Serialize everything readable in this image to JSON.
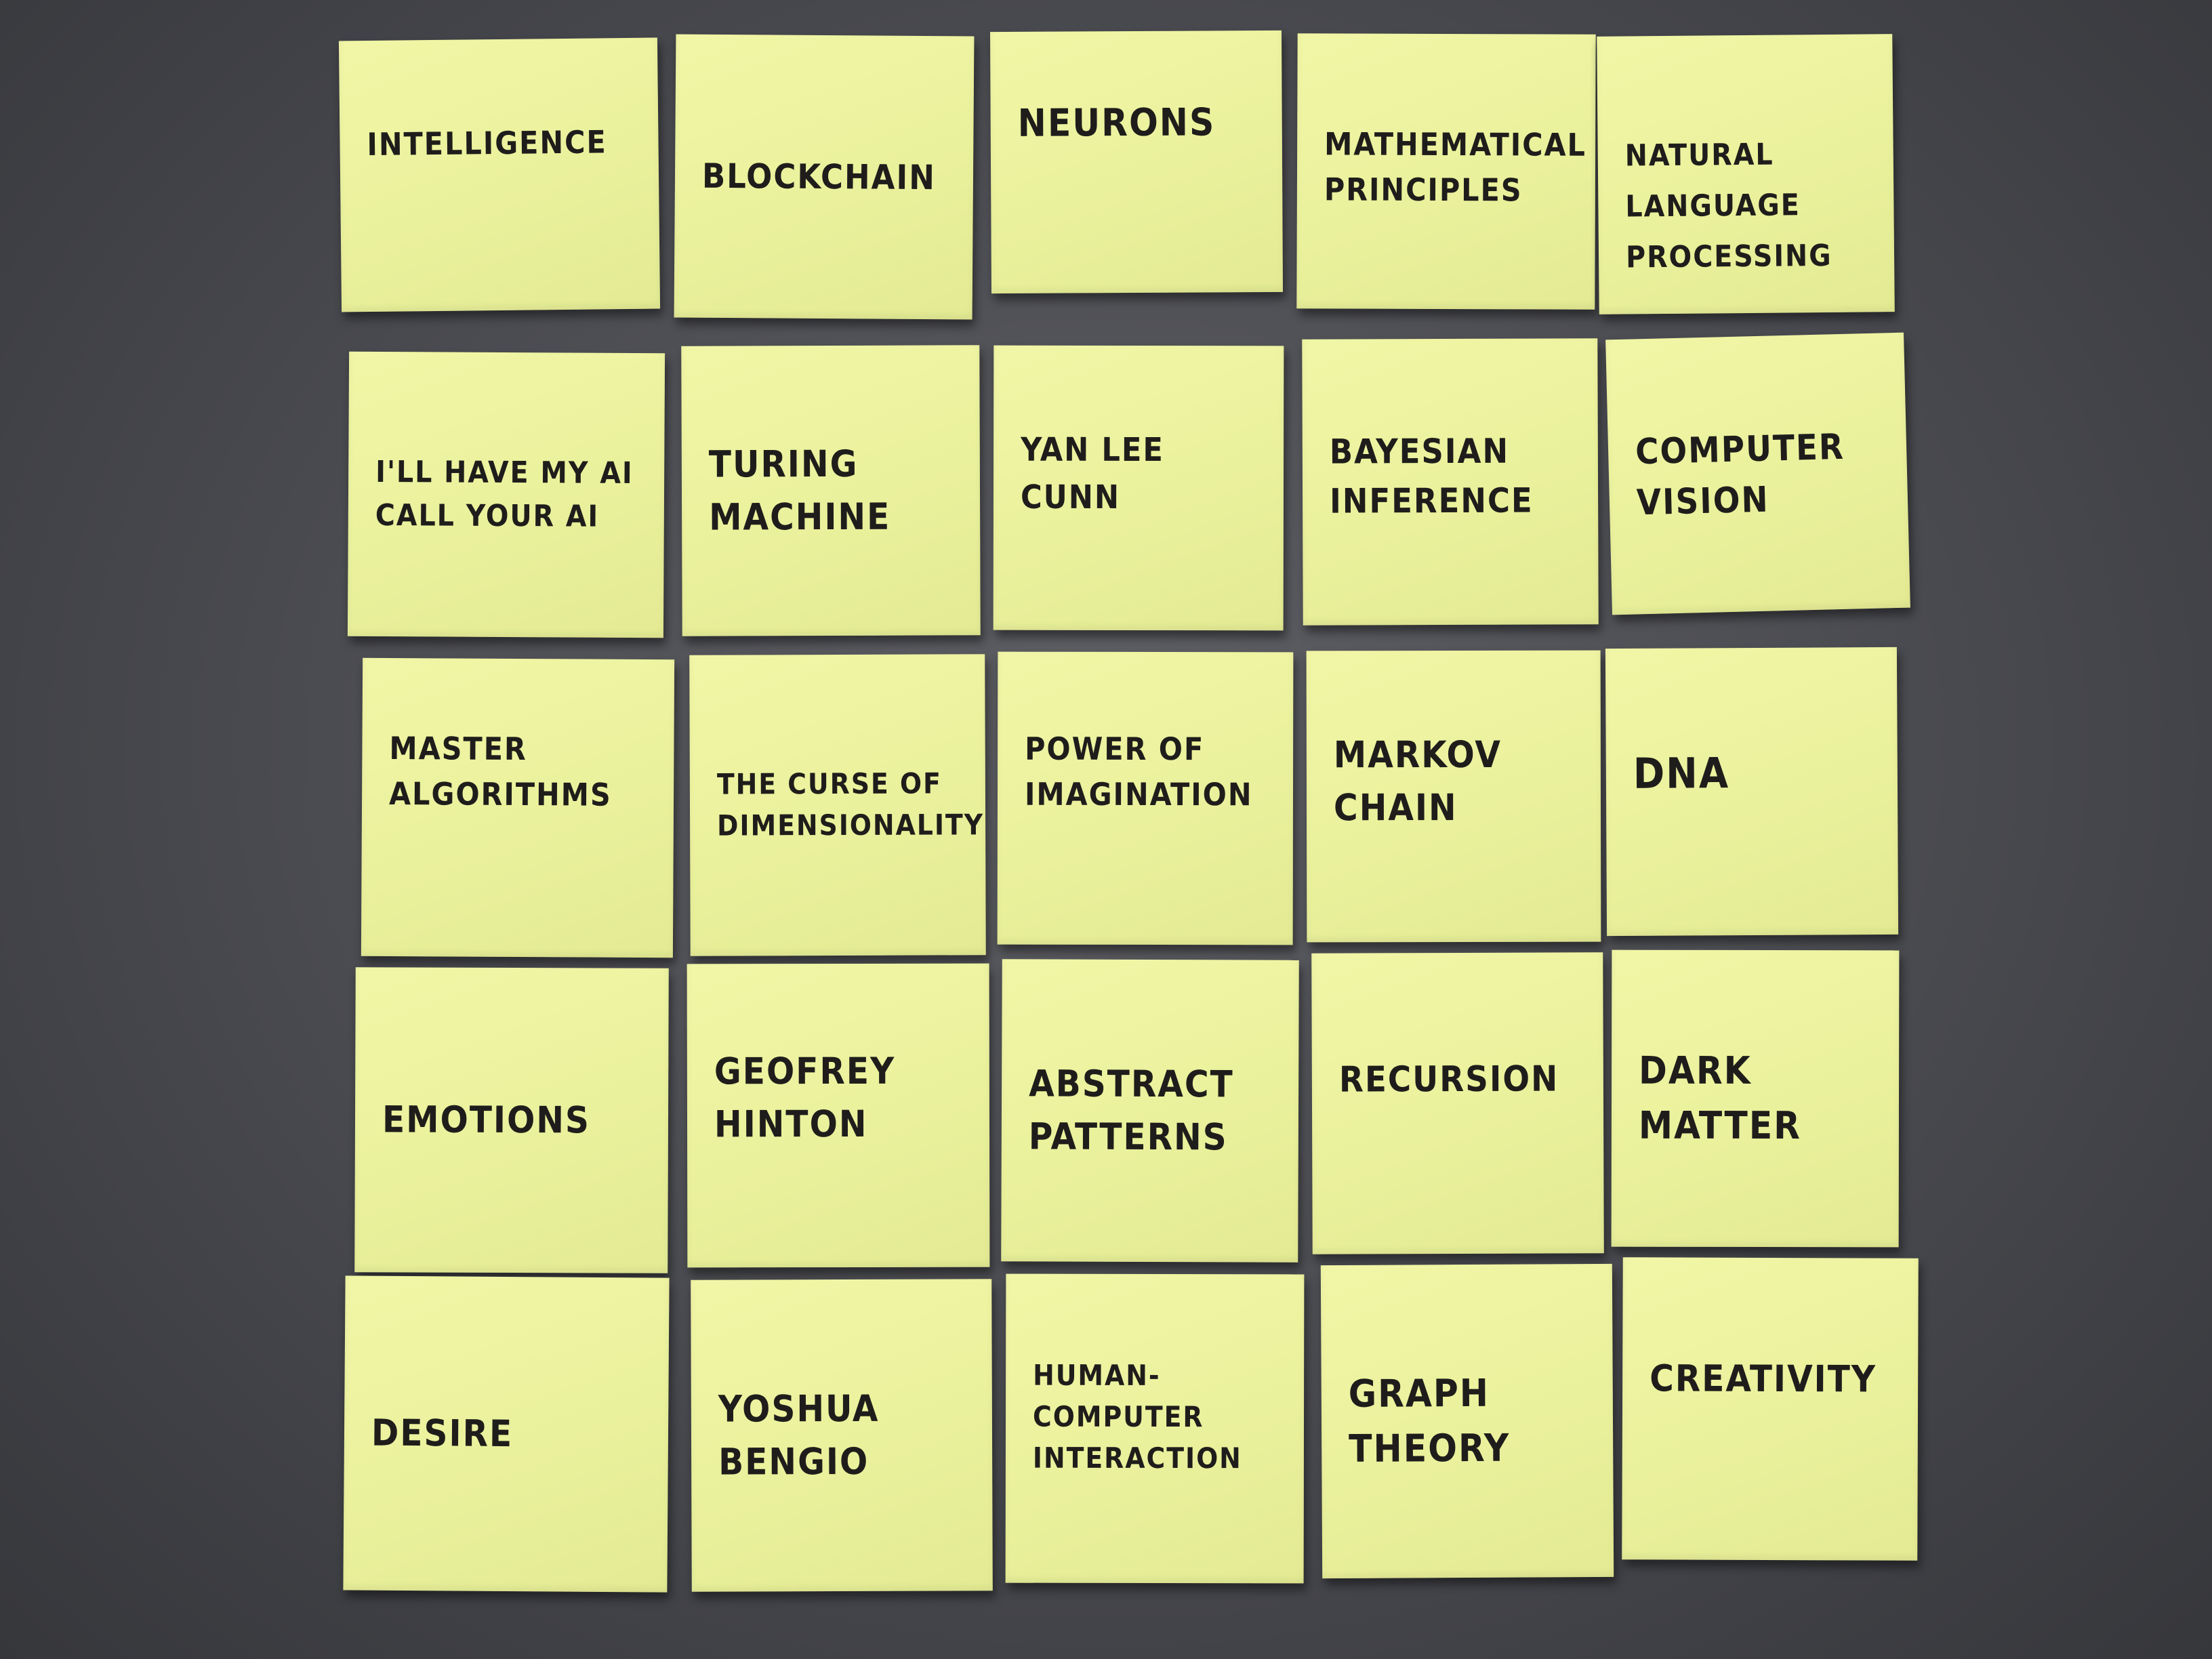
{
  "notes": [
    {
      "text": "Intelligence"
    },
    {
      "text": "Blockchain"
    },
    {
      "text": "Neurons"
    },
    {
      "text": "Mathematical\nPrinciples"
    },
    {
      "text": "Natural\nLanguage\nProcessing"
    },
    {
      "text": "I'll have my AI\ncall your AI"
    },
    {
      "text": "Turing\nMachine"
    },
    {
      "text": "Yan Lee Cunn"
    },
    {
      "text": "Bayesian\nInference"
    },
    {
      "text": "Computer\nVision"
    },
    {
      "text": "Master\nAlgorithms"
    },
    {
      "text": "The Curse of\nDimensionality"
    },
    {
      "text": "Power of\nImagination"
    },
    {
      "text": "Markov\nChain"
    },
    {
      "text": "DNA"
    },
    {
      "text": "Emotions"
    },
    {
      "text": "Geofrey\nHinton"
    },
    {
      "text": "Abstract\nPatterns"
    },
    {
      "text": "Recursion"
    },
    {
      "text": "Dark\nMatter"
    },
    {
      "text": "Desire"
    },
    {
      "text": "Yoshua\nBengio"
    },
    {
      "text": "Human-Computer\nInteraction"
    },
    {
      "text": "Graph\nTheory"
    },
    {
      "text": "Creativity"
    }
  ],
  "colors": {
    "background": "#4d4e53",
    "note": "#eaf19c",
    "ink": "#1f1d1b"
  }
}
